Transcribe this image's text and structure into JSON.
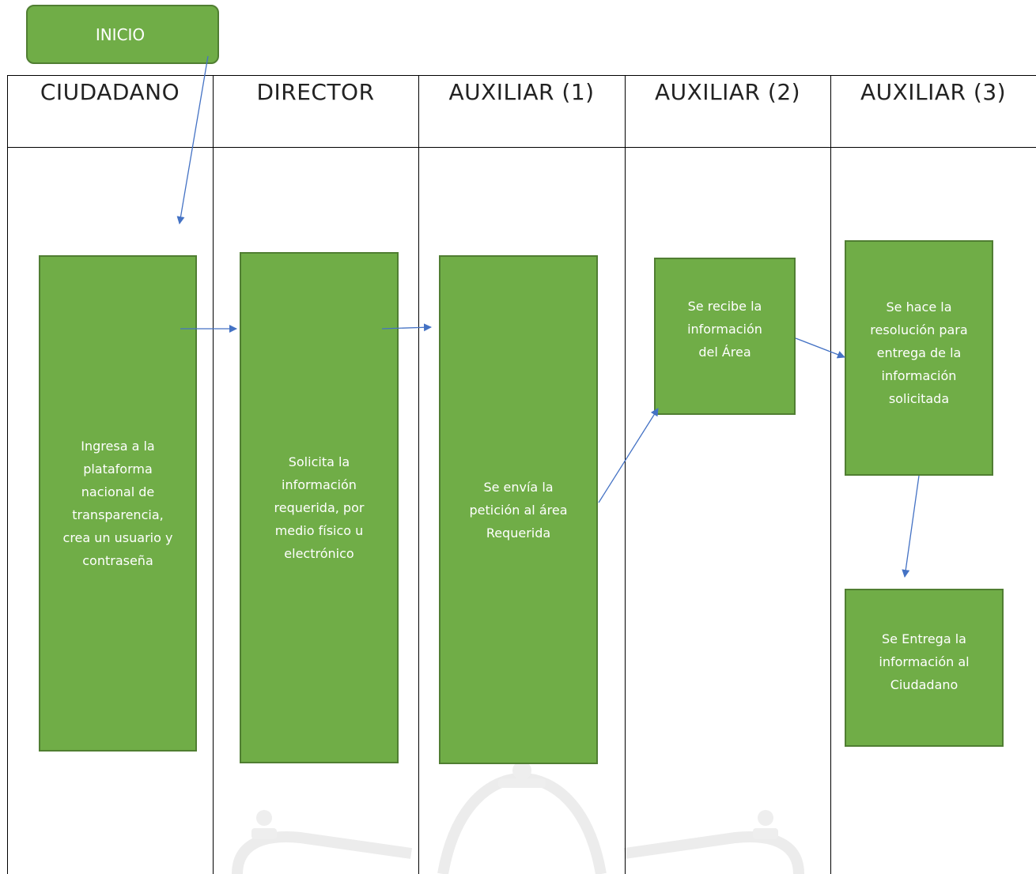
{
  "start": {
    "label": "INICIO"
  },
  "lanes": [
    {
      "label": "CIUDADANO"
    },
    {
      "label": "DIRECTOR"
    },
    {
      "label": "AUXILIAR (1)"
    },
    {
      "label": "AUXILIAR (2)"
    },
    {
      "label": "AUXILIAR (3)"
    }
  ],
  "steps": [
    {
      "text": "Ingresa a la\nplataforma\nnacional de\ntransparencia,\ncrea un usuario y\ncontraseña"
    },
    {
      "text": "Solicita la\ninformación\nrequerida, por\nmedio físico u\nelectrónico"
    },
    {
      "text": "Se envía la\npetición al área\nRequerida"
    },
    {
      "text": "Se recibe la\ninformación\ndel Área"
    },
    {
      "text": "Se hace la\nresolución para\nentrega de la\ninformación\nsolicitada"
    },
    {
      "text": "Se Entrega la\ninformación al\nCiudadano"
    }
  ],
  "colors": {
    "box_fill": "#70ad47",
    "box_border": "#507e32",
    "arrow": "#4472c4",
    "lines": "#000000"
  }
}
